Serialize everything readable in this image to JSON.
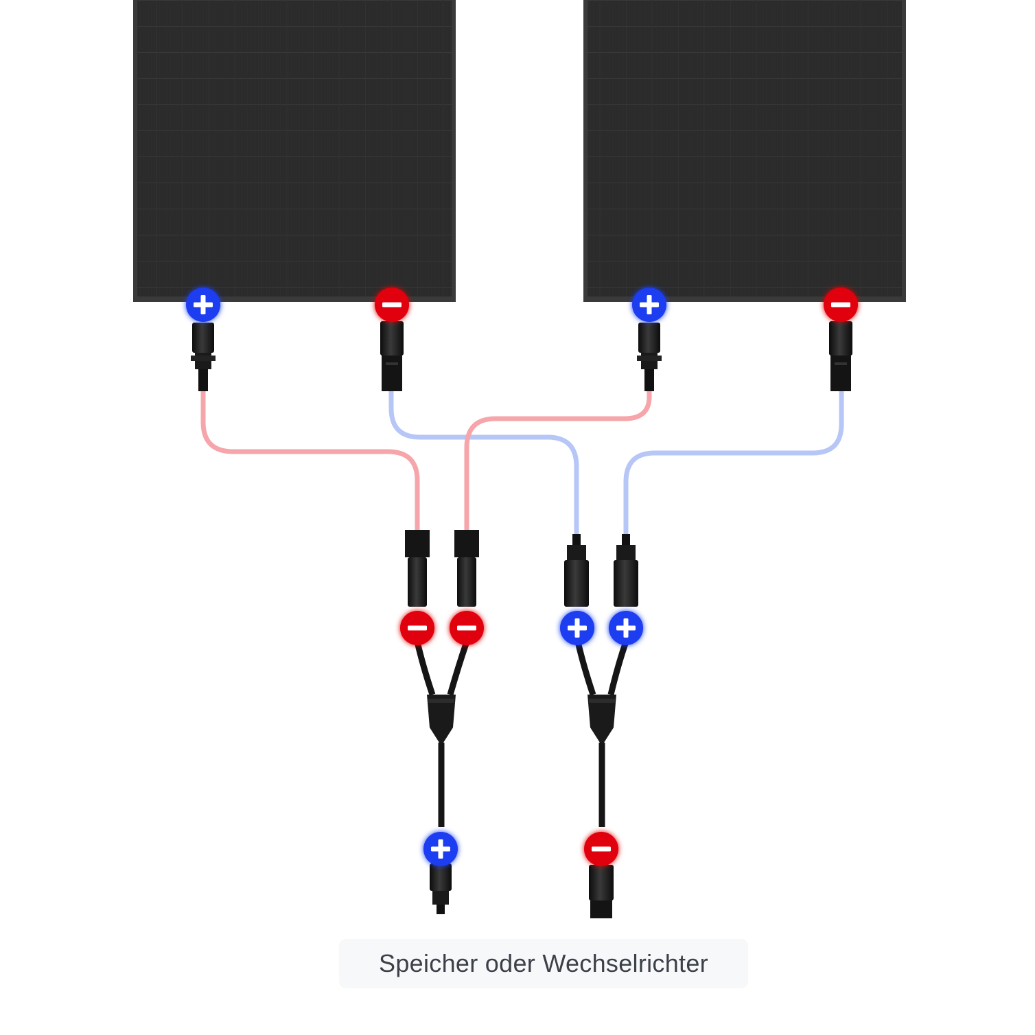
{
  "caption": {
    "text": "Speicher oder Wechselrichter"
  },
  "colors": {
    "background": "#ffffff",
    "panel": "#2b2b2b",
    "panel_frame": "#3a3a3a",
    "cable_positive": "#f6a6aa",
    "cable_negative": "#b6c6f6",
    "cable_black": "#151515",
    "positive_badge": "#1f3df0",
    "negative_badge": "#e1000f",
    "caption_bg": "#f7f8fa",
    "caption_text": "#3c4048"
  },
  "panels": [
    {
      "name": "solar-panel-left",
      "terminals": [
        "positive",
        "negative"
      ]
    },
    {
      "name": "solar-panel-right",
      "terminals": [
        "positive",
        "negative"
      ]
    }
  ],
  "y_connectors": [
    {
      "name": "y-connector-left",
      "input_polarity": "negative",
      "output_polarity": "positive"
    },
    {
      "name": "y-connector-right",
      "input_polarity": "positive",
      "output_polarity": "negative"
    }
  ],
  "symbols": {
    "positive": "plus-icon",
    "negative": "minus-icon"
  }
}
